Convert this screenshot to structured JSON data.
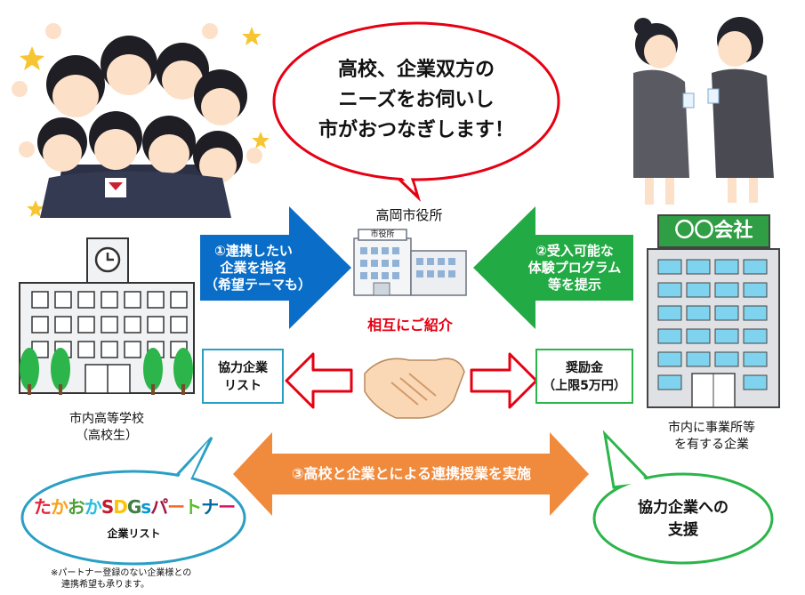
{
  "center_bubble": {
    "lines": [
      "高校、企業双方の",
      "ニーズをお伺いし",
      "市がおつなぎします！"
    ]
  },
  "city_hall": {
    "title": "高岡市役所",
    "sign": "市役所",
    "mutual_intro": "相互にご紹介"
  },
  "arrow_left": {
    "lines": [
      "①連携したい",
      "企業を指名",
      "（希望テーマも）"
    ]
  },
  "arrow_right": {
    "lines": [
      "②受入可能な",
      "体験プログラム",
      "等を提示"
    ]
  },
  "arrow_bottom": {
    "label": "③高校と企業とによる連携授業を実施"
  },
  "school": {
    "label_lines": [
      "市内高等学校",
      "（高校生）"
    ]
  },
  "company": {
    "sign": "〇〇会社",
    "label_lines": [
      "市内に事業所等",
      "を有する企業"
    ]
  },
  "card_left": {
    "lines": [
      "協力企業",
      "リスト"
    ]
  },
  "card_right": {
    "lines": [
      "奨励金",
      "（上限5万円）"
    ]
  },
  "bubble_left": {
    "logo_chars": [
      "た",
      "か",
      "お",
      "か",
      "S",
      "D",
      "G",
      "s",
      "パ",
      "ー",
      "ト",
      "ナ",
      "ー"
    ],
    "sub": "企業リスト"
  },
  "bubble_right": {
    "lines": [
      "協力企業への",
      "支援"
    ]
  },
  "footnote": {
    "lines": [
      "※パートナー登録のない企業様との",
      "連携希望も承ります。"
    ]
  },
  "colors": {
    "blue_arrow": "#0a6ec8",
    "green_arrow": "#22aa44",
    "orange_arrow": "#f08a3c",
    "red": "#e60012",
    "teal": "#2a9fc4",
    "green": "#2bb54a"
  }
}
